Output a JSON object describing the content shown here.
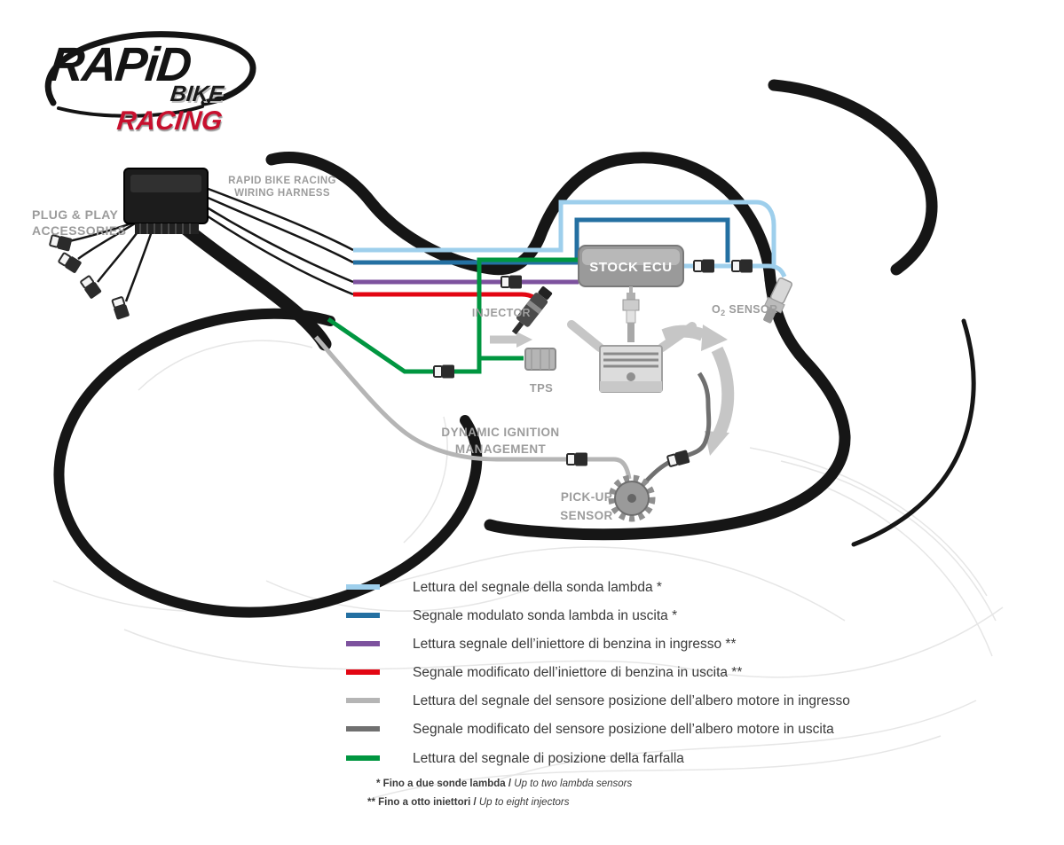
{
  "logo": {
    "rapid": "RAPiD",
    "bike": "BIKE",
    "racing": "RACING"
  },
  "labels": {
    "plug_play_1": "PLUG & PLAY",
    "plug_play_2": "ACCESSORIES",
    "harness_1": "RAPID BIKE RACING",
    "harness_2": "WIRING HARNESS",
    "stock_ecu": "STOCK ECU",
    "injector": "INJECTOR",
    "o2_prefix": "O",
    "o2_sub": "2",
    "o2_suffix": " SENSOR",
    "tps": "TPS",
    "dim_1": "DYNAMIC IGNITION",
    "dim_2": "MANAGEMENT",
    "pickup_1": "PICK-UP",
    "pickup_2": "SENSOR"
  },
  "colors": {
    "light_blue": "#9ecfec",
    "dark_blue": "#2470a2",
    "purple": "#7d529e",
    "red": "#e30613",
    "light_gray": "#b5b5b5",
    "dark_gray": "#707070",
    "green": "#009640",
    "label_gray": "#9c9c9c",
    "outline_black": "#161616",
    "racing_red": "#c8102e"
  },
  "legend": {
    "items": [
      {
        "label": "Lettura del segnale della sonda lambda *",
        "color": "#9ecfec"
      },
      {
        "label": "Segnale modulato sonda lambda in uscita *",
        "color": "#2470a2"
      },
      {
        "label": "Lettura segnale dell’iniettore di benzina in ingresso **",
        "color": "#7d529e"
      },
      {
        "label": "Segnale modificato dell’iniettore di benzina in uscita **",
        "color": "#e30613"
      },
      {
        "label": "Lettura del segnale del sensore posizione dell’albero motore in ingresso",
        "color": "#b5b5b5"
      },
      {
        "label": "Segnale modificato del sensore posizione dell’albero motore in uscita",
        "color": "#707070"
      },
      {
        "label": "Lettura del segnale di posizione della farfalla",
        "color": "#009640"
      }
    ]
  },
  "footnotes": {
    "f1_it": "* Fino a due sonde lambda / ",
    "f1_en": "Up to two lambda sensors",
    "f2_it": "** Fino a otto iniettori / ",
    "f2_en": "Up to eight injectors"
  }
}
